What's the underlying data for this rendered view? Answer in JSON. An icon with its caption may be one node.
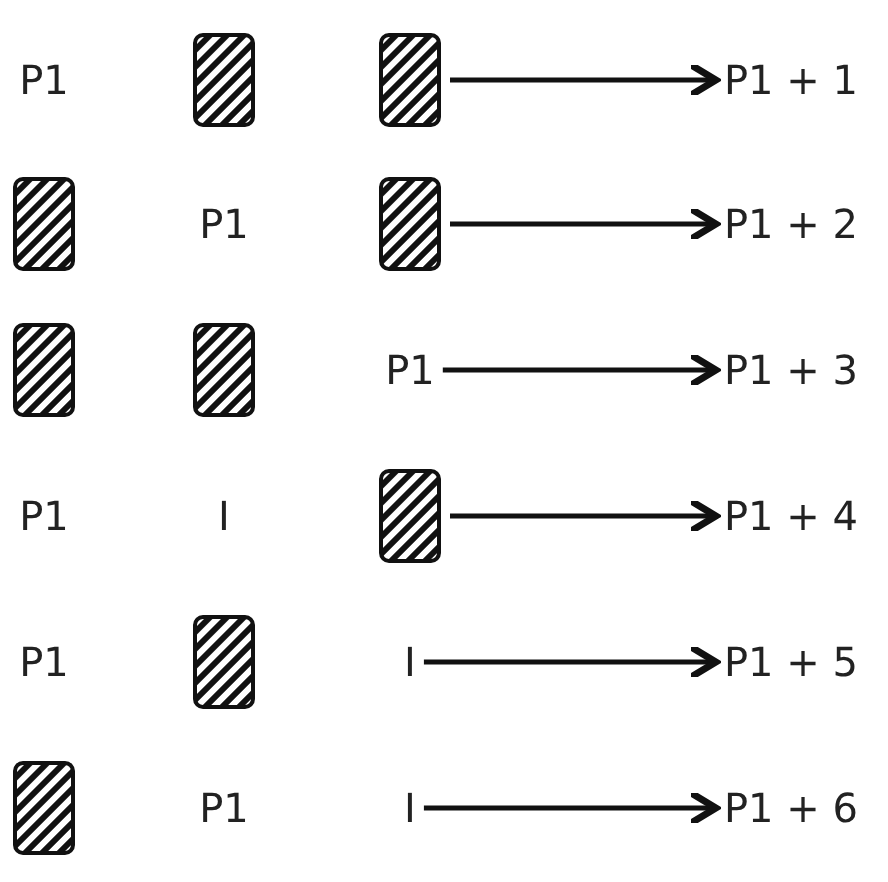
{
  "diagram": {
    "nodes": [
      {
        "text": [
          "P1"
        ]
      },
      {
        "text": [],
        "shape": "box"
      },
      {
        "text": [],
        "shape": "box"
      },
      {
        "text": [
          "P1 + 1"
        ]
      },
      {
        "text": [],
        "shape": "box"
      },
      {
        "text": [
          "P1"
        ]
      },
      {
        "text": [],
        "shape": "box"
      },
      {
        "text": [
          "P1 + 2"
        ]
      },
      {
        "text": [],
        "shape": "box"
      },
      {
        "text": [],
        "shape": "box"
      },
      {
        "text": [
          "P1"
        ]
      },
      {
        "text": [
          "P1 + 3"
        ]
      },
      {
        "text": [
          "P1"
        ]
      },
      {
        "text": [
          "I"
        ]
      },
      {
        "text": [],
        "shape": "box"
      },
      {
        "text": [
          "P1 + 4"
        ]
      },
      {
        "text": [
          "P1"
        ]
      },
      {
        "text": [],
        "shape": "box"
      },
      {
        "text": [
          "I"
        ]
      },
      {
        "text": [
          "P1 + 5"
        ]
      },
      {
        "text": [],
        "shape": "box"
      },
      {
        "text": [
          "P1"
        ]
      },
      {
        "text": [
          "I"
        ]
      },
      {
        "text": [
          "P1 + 6"
        ]
      }
    ],
    "edges": [
      {
        "from": 2,
        "to": 3,
        "arrow": "to"
      },
      {
        "from": 6,
        "to": 7,
        "arrow": "to"
      },
      {
        "from": 10,
        "to": 11,
        "arrow": "to"
      },
      {
        "from": 14,
        "to": 15,
        "arrow": "to"
      },
      {
        "from": 18,
        "to": 19,
        "arrow": "to"
      },
      {
        "from": 22,
        "to": 23,
        "arrow": "to"
      }
    ]
  }
}
